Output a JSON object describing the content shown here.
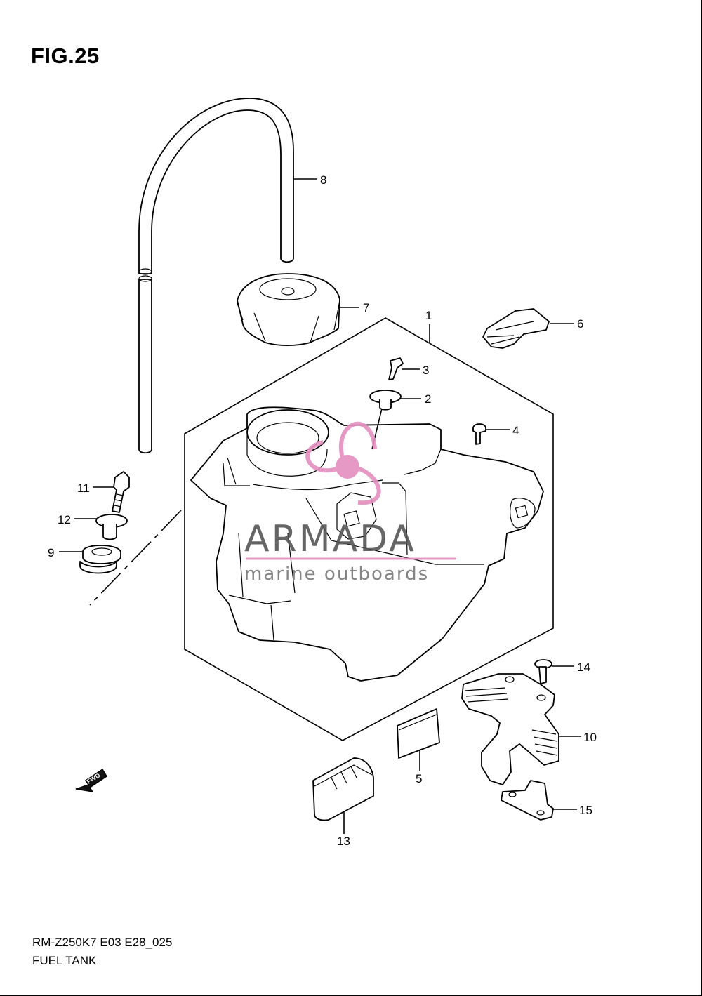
{
  "figure": {
    "title": "FIG.25",
    "model_code": "RM-Z250K7 E03 E28_025",
    "section_name": "FUEL TANK"
  },
  "callouts": [
    {
      "id": "c1",
      "label": "1"
    },
    {
      "id": "c2",
      "label": "2"
    },
    {
      "id": "c3",
      "label": "3"
    },
    {
      "id": "c4",
      "label": "4"
    },
    {
      "id": "c5",
      "label": "5"
    },
    {
      "id": "c6",
      "label": "6"
    },
    {
      "id": "c7",
      "label": "7"
    },
    {
      "id": "c8",
      "label": "8"
    },
    {
      "id": "c9",
      "label": "9"
    },
    {
      "id": "c10",
      "label": "10"
    },
    {
      "id": "c11",
      "label": "11"
    },
    {
      "id": "c12",
      "label": "12"
    },
    {
      "id": "c13",
      "label": "13"
    },
    {
      "id": "c14",
      "label": "14"
    },
    {
      "id": "c15",
      "label": "15"
    }
  ],
  "watermark": {
    "brand": "ARMADA",
    "tagline": "marine outboards",
    "color": "#e58fc0"
  },
  "direction_badge": "FWD"
}
